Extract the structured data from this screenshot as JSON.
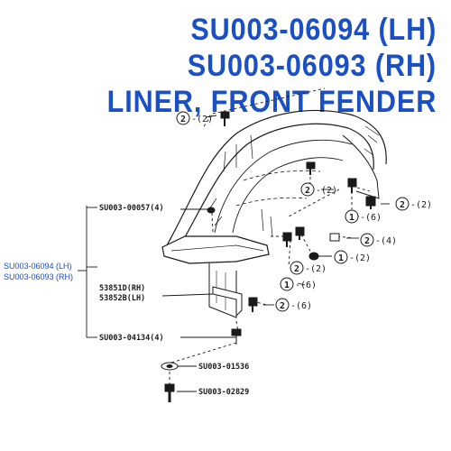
{
  "title": {
    "line1": "SU003-06094 (LH)",
    "line2": "SU003-06093 (RH)",
    "line3": "LINER, FRONT FENDER"
  },
  "side_labels": {
    "lh": "SU003-06094 (LH)",
    "rh": "SU003-06093 (RH)"
  },
  "parts": {
    "clip_57": "SU003-00057(4)",
    "bracket_rh": "53851D(RH)",
    "bracket_lh": "53852B(LH)",
    "screw_4134": "SU003-04134(4)",
    "washer_1536": "SU003-01536",
    "bolt_2829": "SU003-02829"
  },
  "callouts": {
    "top_num": "2",
    "top_qty": "-(2)",
    "r1_num": "2",
    "r1_qty": "-(2)",
    "r2_num": "2",
    "r2_qty": "-(2)",
    "r3_num": "1",
    "r3_qty": "-(6)",
    "r4_num": "2",
    "r4_qty": "-(4)",
    "r5_num": "1",
    "r5_qty": "-(2)",
    "r6_num": "2",
    "r6_qty": "-(2)",
    "r7_num": "1",
    "r7_qty": "-(6)",
    "r8_num": "2",
    "r8_qty": "-(6)"
  },
  "colors": {
    "title": "#1b4fc4",
    "lines": "#1a1a1a"
  }
}
